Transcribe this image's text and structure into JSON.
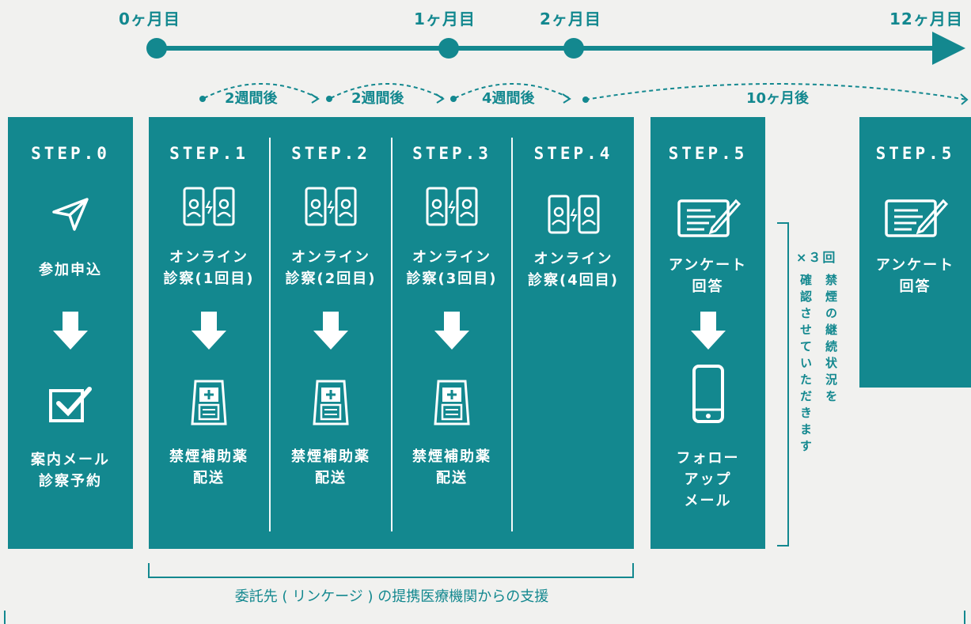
{
  "timeline": {
    "months": [
      "0ヶ月目",
      "1ヶ月目",
      "2ヶ月目",
      "12ヶ月目"
    ],
    "intervals": [
      "2週間後",
      "2週間後",
      "4週間後",
      "10ヶ月後"
    ]
  },
  "step0": {
    "title": "STEP.0",
    "label1": "参加申込",
    "label2": "案内メール\n診察予約",
    "icons": [
      "paper-plane-icon",
      "checkbox-icon"
    ]
  },
  "steps": [
    {
      "title": "STEP.1",
      "label": "オンライン\n診察(1回目)",
      "delivery": "禁煙補助薬\n配送"
    },
    {
      "title": "STEP.2",
      "label": "オンライン\n診察(2回目)",
      "delivery": "禁煙補助薬\n配送"
    },
    {
      "title": "STEP.3",
      "label": "オンライン\n診察(3回目)",
      "delivery": "禁煙補助薬\n配送"
    },
    {
      "title": "STEP.4",
      "label": "オンライン\n診察(4回目)"
    }
  ],
  "step5a": {
    "title": "STEP.5",
    "label": "アンケート\n回答",
    "label2": "フォロー\nアップ\nメール"
  },
  "step5b": {
    "title": "STEP.5",
    "label": "アンケート\n回答"
  },
  "note": {
    "times": "×３回",
    "line1": "禁煙の継続状況を",
    "line2": "確認させていただきます"
  },
  "caption": "委託先 ( リンケージ ) の提携医療機関からの支援",
  "colors": {
    "teal": "#13888f",
    "background": "#f1f1ef"
  }
}
